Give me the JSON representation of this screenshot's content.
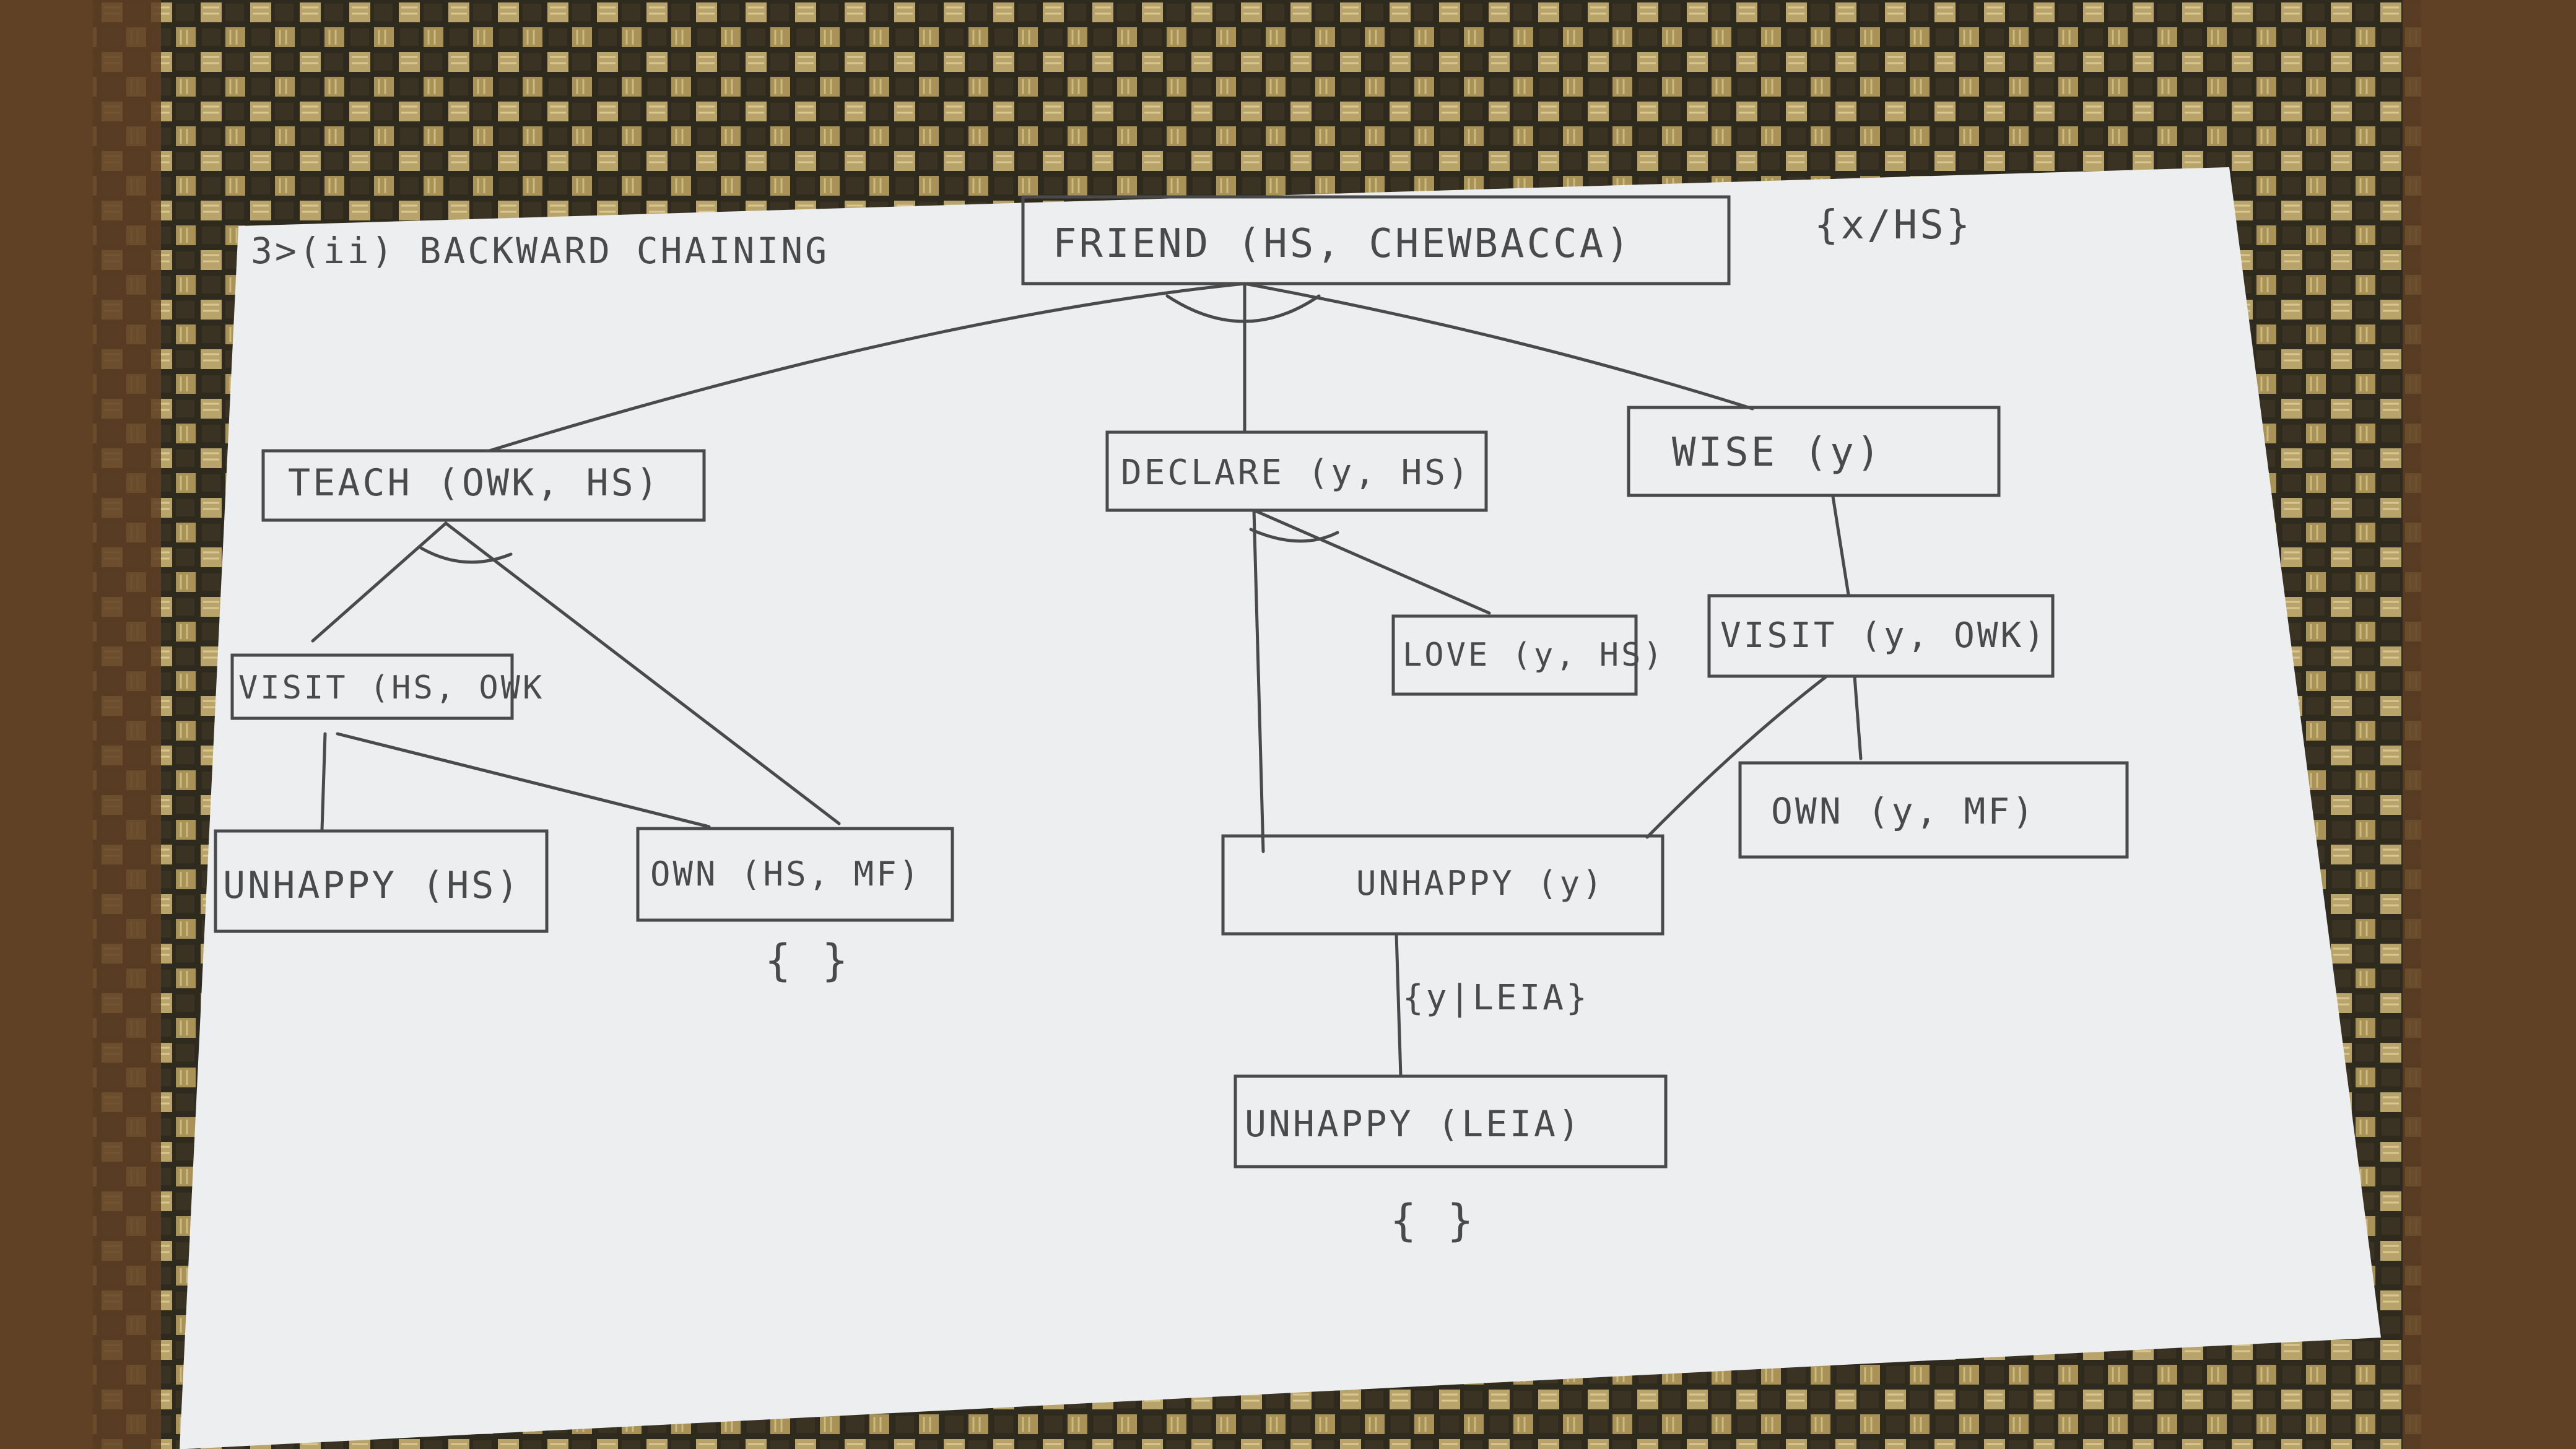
{
  "title": "3>(ii) BACKWARD CHAINING",
  "colors": {
    "paper": "#eceef0",
    "ink": "#4a4a4a",
    "mat_dark": "#2f2a1e",
    "mat_gold": "#b8a46a",
    "table": "#6b4a2a"
  },
  "nodes": {
    "friend": "FRIEND (HS, CHEWBACCA)",
    "teach": "TEACH (OWK, HS)",
    "declare": "DECLARE (y, HS)",
    "wise": "WISE (y)",
    "visit_hs": "VISIT (HS, OWK",
    "love": "LOVE (y, HS)",
    "visit_y": "VISIT (y, OWK)",
    "unhappy_hs": "UNHAPPY (HS)",
    "own_hs": "OWN (HS, MF)",
    "unhappy_y": "UNHAPPY (y)",
    "own_y": "OWN (y, MF)",
    "unhappy_leia": "UNHAPPY (LEIA)"
  },
  "annotations": {
    "subst_x": "{x/HS}",
    "subst_y": "{y|LEIA}",
    "empty_own": "{ }",
    "empty_leia": "{ }"
  }
}
